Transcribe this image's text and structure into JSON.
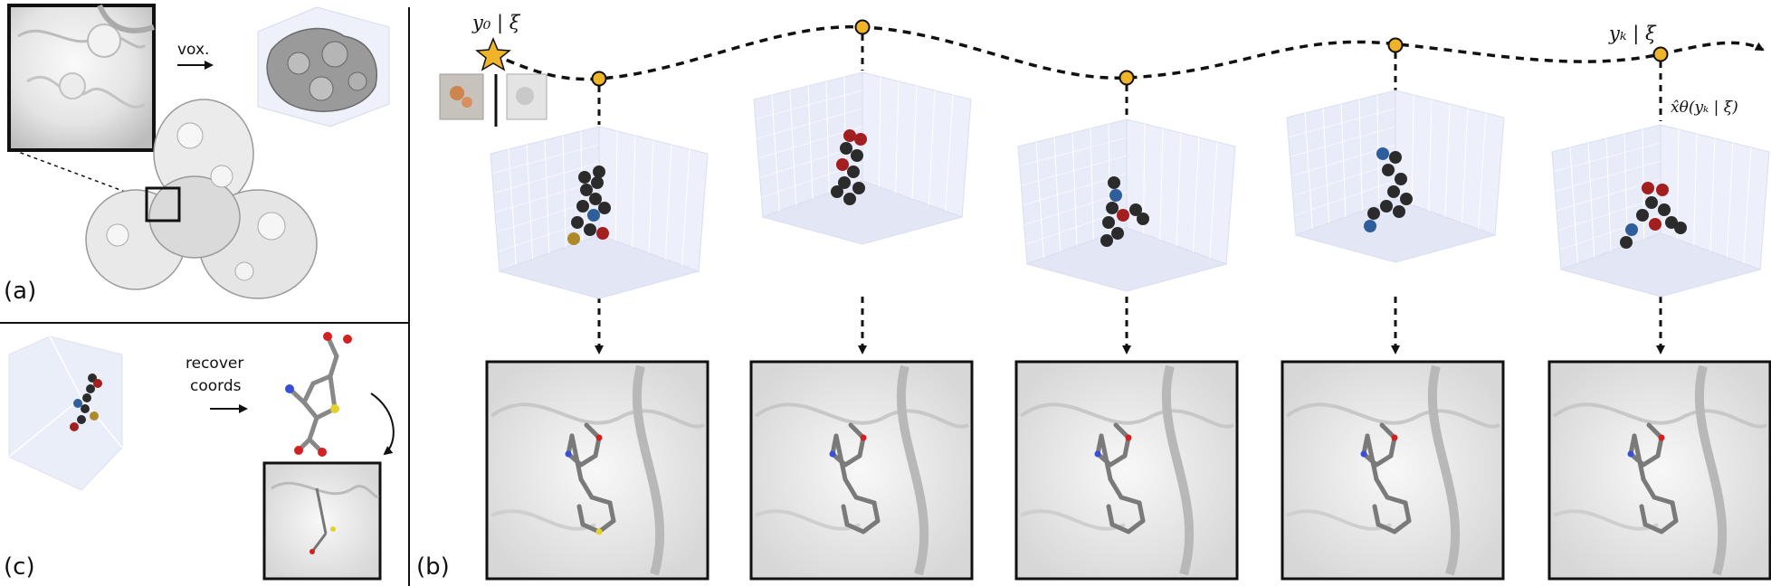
{
  "panels": {
    "a": {
      "label": "(a)",
      "arrow_text": "vox."
    },
    "b": {
      "label": "(b)",
      "start_label": "y₀ | ξ",
      "end_label": "yₖ | ξ",
      "estimate_label": "x̂θ(yₖ | ξ)",
      "steps": 5
    },
    "c": {
      "label": "(c)",
      "recover_text_1": "recover",
      "recover_text_2": "coords"
    }
  },
  "colors": {
    "path": "#111111",
    "node_fill": "#f0b429",
    "star_fill": "#f0b429",
    "grid_bg": "#e8ecf8",
    "grid_line": "#ffffff",
    "atom_carbon": "#2b2b2b",
    "atom_oxygen": "#a31f1f",
    "atom_nitrogen": "#2f5e9c",
    "atom_sulfur": "#b08a2a",
    "surface": "#e6e6e6"
  }
}
